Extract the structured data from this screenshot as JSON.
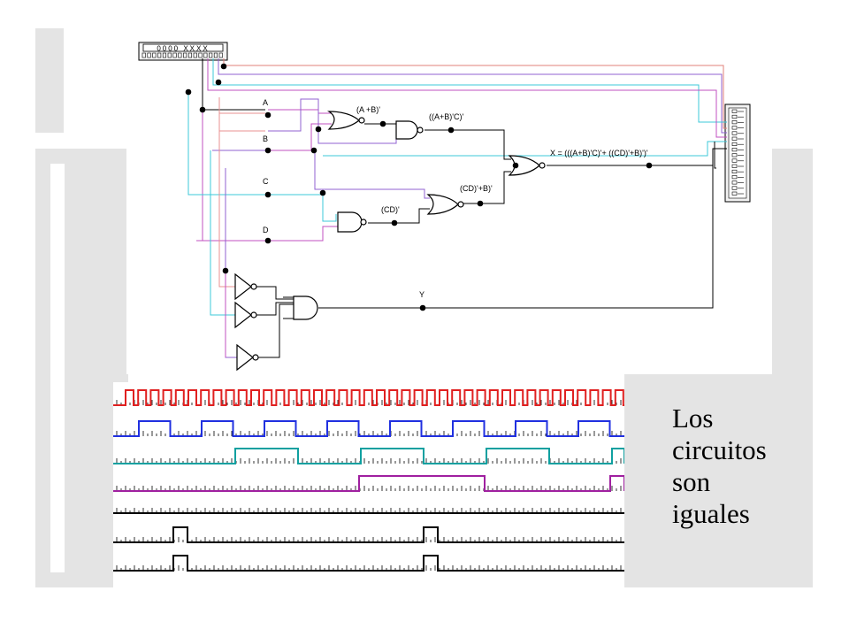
{
  "slide": {
    "caption_lines": [
      "Los",
      "circuitos",
      "son",
      "iguales"
    ]
  },
  "circuit": {
    "word_generator_label": "0000 XXXX",
    "input_labels": {
      "a": "A",
      "b": "B",
      "c": "C",
      "d": "D"
    },
    "expressions": {
      "nor_ab": "(A +B)'",
      "nand_abc": "((A+B)'C)'",
      "nand_cd": "(CD)'",
      "nand_cdb": "(CD)'+B)'",
      "output_x": "X = (((A+B)'C)'+ ((CD)'+B)')'",
      "output_y": "Y"
    },
    "wire_colors": {
      "red": "#e0807a",
      "cyan": "#3cc8d8",
      "purple": "#9060d0",
      "magenta": "#c050c0",
      "pink": "#e89090",
      "black": "#000000"
    }
  },
  "timing": {
    "trace_colors": [
      "#e02020",
      "#2030e0",
      "#10a0a0",
      "#a020a0",
      "#000000",
      "#000000",
      "#000000"
    ]
  }
}
